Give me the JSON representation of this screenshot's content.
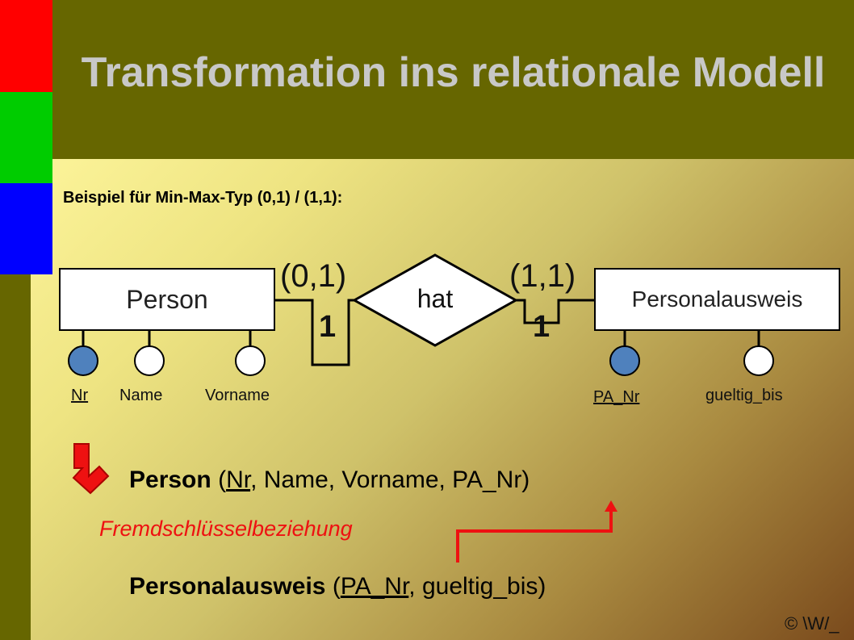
{
  "title": "Transformation ins relationale Modell",
  "subtitle": "Beispiel für Min-Max-Typ (0,1) / (1,1):",
  "colors": {
    "background": "#666600",
    "title": "#c8c8c8",
    "band_red": "#ff0000",
    "band_green": "#00cc00",
    "band_blue": "#0000ff",
    "key_attribute": "#4f81bd",
    "foreign_key_arrow": "#ee1111"
  },
  "diagram": {
    "entity_person": "Person",
    "entity_ausweis": "Personalausweis",
    "relationship": "hat",
    "card_left": "(0,1)",
    "card_right": "(1,1)",
    "max_left": "1",
    "max_right": "1",
    "attributes": {
      "nr": "Nr",
      "name": "Name",
      "vorname": "Vorname",
      "pa_nr": "PA_Nr",
      "gueltig_bis": "gueltig_bis"
    }
  },
  "relations": {
    "person_name": "Person",
    "open": "(",
    "person_key": "Nr",
    "person_rest": ", Name, Vorname, PA_Nr)",
    "ausweis_name": "Personalausweis",
    "ausweis_key": "PA_Nr",
    "ausweis_rest": ", gueltig_bis)",
    "fk_label": "Fremdschlüsselbeziehung"
  },
  "copyright": "© \\W/_"
}
